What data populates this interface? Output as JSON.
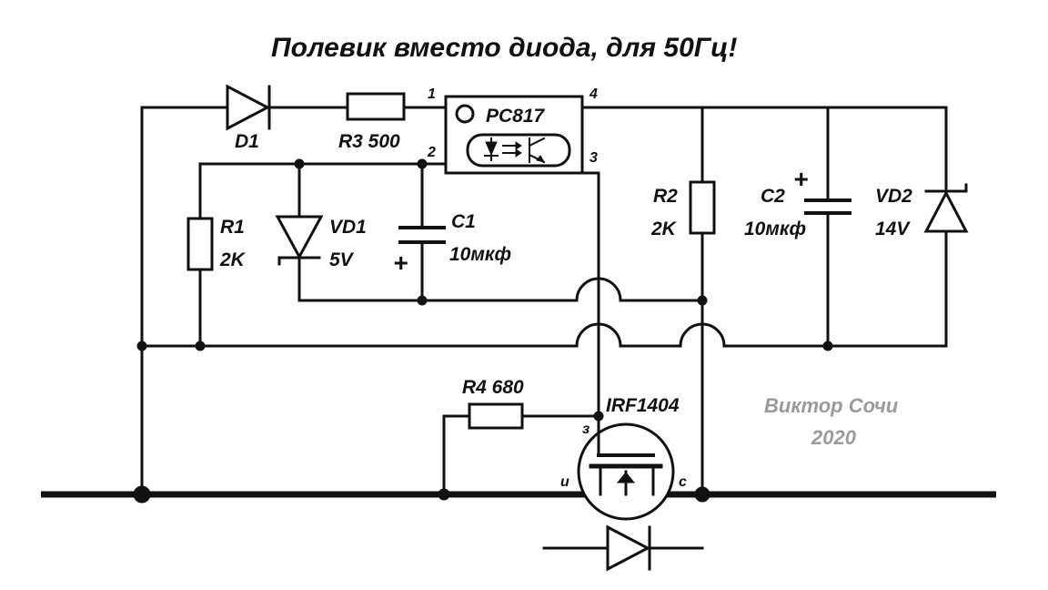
{
  "title": "Полевик вместо диода, для  50Гц!",
  "components": {
    "d1": "D1",
    "r3": "R3 500",
    "optocoupler": "PC817",
    "pin1": "1",
    "pin2": "2",
    "pin3": "3",
    "pin4": "4",
    "r1_name": "R1",
    "r1_value": "2K",
    "vd1_name": "VD1",
    "vd1_value": "5V",
    "c1_name": "C1",
    "c1_value": "10мкф",
    "c1_plus": "+",
    "r2_name": "R2",
    "r2_value": "2K",
    "c2_name": "C2",
    "c2_value": "10мкф",
    "c2_plus": "+",
    "vd2_name": "VD2",
    "vd2_value": "14V",
    "r4": "R4 680",
    "mosfet": "IRF1404",
    "gate": "з",
    "source": "и",
    "drain": "с"
  },
  "signature": {
    "author": "Виктор Сочи",
    "year": "2020"
  }
}
